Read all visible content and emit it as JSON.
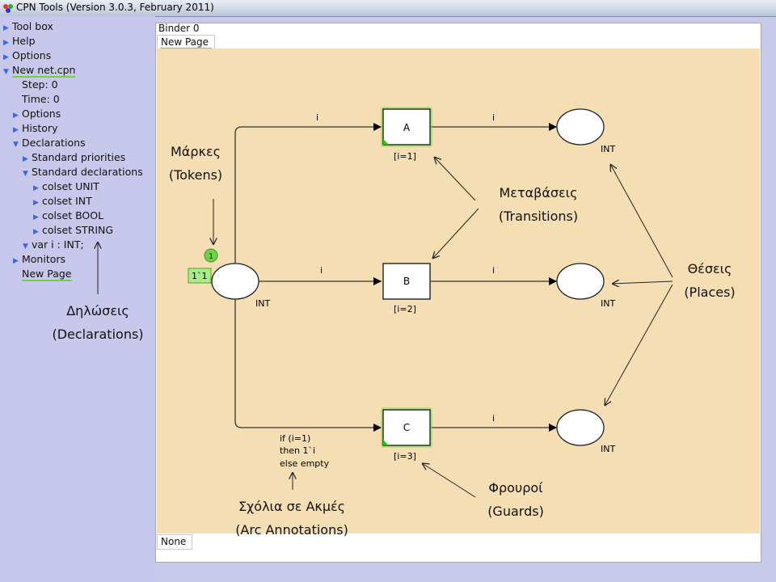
{
  "window": {
    "title": "CPN Tools (Version 3.0.3, February 2011)"
  },
  "sidebar": {
    "tree": [
      {
        "label": "Tool box"
      },
      {
        "label": "Help"
      },
      {
        "label": "Options"
      },
      {
        "label": "New net.cpn"
      },
      {
        "label": "Step: 0"
      },
      {
        "label": "Time: 0"
      },
      {
        "label": "Options"
      },
      {
        "label": "History"
      },
      {
        "label": "Declarations"
      },
      {
        "label": "Standard priorities"
      },
      {
        "label": "Standard declarations"
      },
      {
        "label": "colset UNIT"
      },
      {
        "label": "colset INT"
      },
      {
        "label": "colset BOOL"
      },
      {
        "label": "colset STRING"
      },
      {
        "label": "var i : INT;"
      },
      {
        "label": "Monitors"
      },
      {
        "label": "New Page"
      }
    ]
  },
  "binder": {
    "title": "Binder 0",
    "tab_label": "New Page",
    "bottom_tab": "None"
  },
  "net": {
    "transitions": [
      {
        "label": "A",
        "guard": "[i=1]"
      },
      {
        "label": "B",
        "guard": "[i=2]"
      },
      {
        "label": "C",
        "guard": "[i=3]"
      }
    ],
    "place_type": "INT",
    "token_count": "1",
    "marking": "1`1",
    "arc_labels": {
      "in_a": "i",
      "out_a": "i",
      "in_b": "i",
      "out_b": "i",
      "out_c": "i"
    },
    "arc_annotation": [
      "if (i=1)",
      "then 1`i",
      "else empty"
    ]
  },
  "annotations": {
    "tokens": [
      "Μάρκες",
      "(Tokens)"
    ],
    "transitions": [
      "Μεταβάσεις",
      "(Transitions)"
    ],
    "places": [
      "Θέσεις",
      "(Places)"
    ],
    "declarations": [
      "Δηλώσεις",
      "(Declarations)"
    ],
    "guards": [
      "Φρουροί",
      "(Guards)"
    ],
    "arc_annotations": [
      "Σχόλια σε Ακμές",
      "(Arc Annotations)"
    ]
  },
  "colors": {
    "accent_green": "#6fd24a",
    "canvas": "#f5deb3",
    "sidebar": "#c8c8ec",
    "tree_arrow": "#3b6bd6"
  }
}
